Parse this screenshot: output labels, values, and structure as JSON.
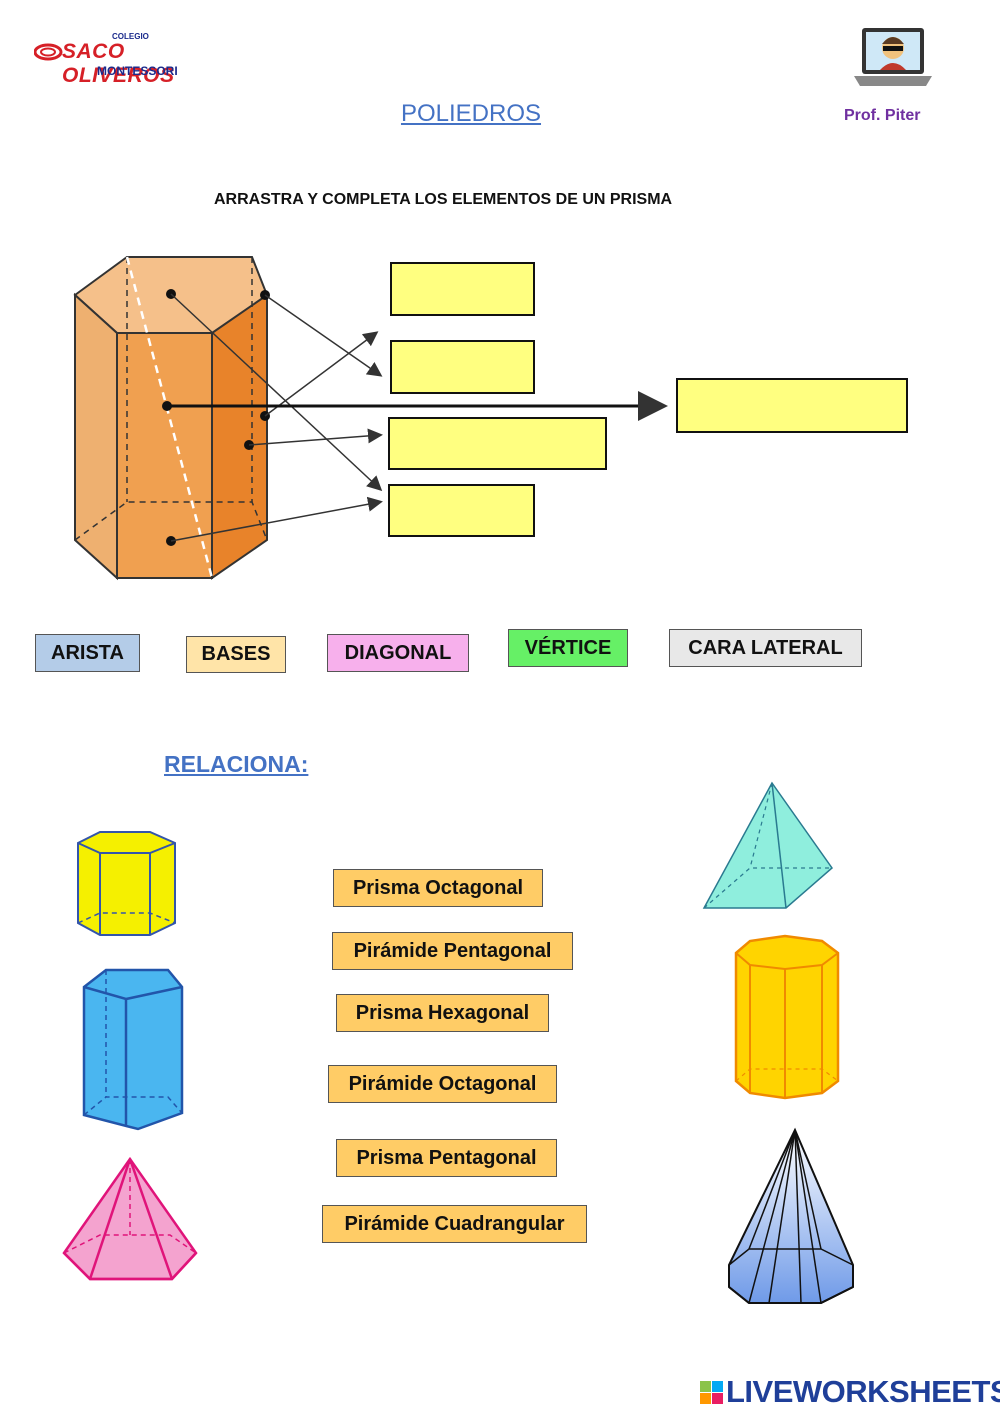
{
  "header": {
    "logo_small": "COLEGIO",
    "logo_main": "SACO OLIVEROS",
    "logo_sub": "MONTESSORI",
    "title": "POLIEDROS",
    "teacher": "Prof. Piter"
  },
  "instruction": "ARRASTRA Y COMPLETA LOS ELEMENTOS DE UN PRISMA",
  "word_bank": [
    {
      "label": "ARISTA",
      "color": "#b4cce8"
    },
    {
      "label": "BASES",
      "color": "#ffe4a8"
    },
    {
      "label": "DIAGONAL",
      "color": "#f7b0ec"
    },
    {
      "label": "VÉRTICE",
      "color": "#66f066"
    },
    {
      "label": "CARA LATERAL",
      "color": "#e8e8e8"
    }
  ],
  "relate_title": "RELACIONA:",
  "shape_names": [
    "Prisma Octagonal",
    "Pirámide Pentagonal",
    "Prisma Hexagonal",
    "Pirámide Octagonal",
    "Prisma Pentagonal",
    "Pirámide Cuadrangular"
  ],
  "colors": {
    "dropbox": "#ffff80",
    "name_box": "#ffcc66",
    "prism": "#f0a050",
    "title": "#4472c4"
  },
  "footer": "LIVEWORKSHEETS"
}
